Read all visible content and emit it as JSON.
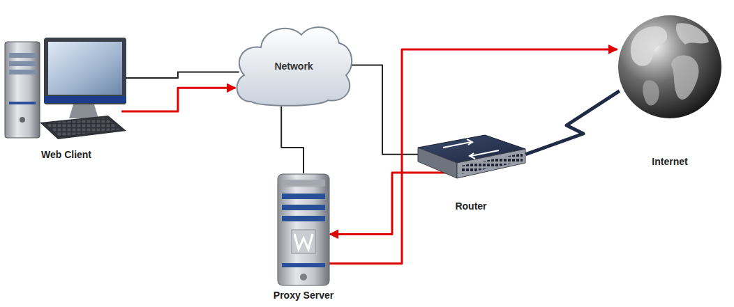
{
  "diagram": {
    "nodes": [
      {
        "text": [
          "Web Client"
        ]
      },
      {
        "text": [
          "Network"
        ]
      },
      {
        "text": [
          "Internet"
        ]
      },
      {
        "text": [
          "Router"
        ]
      },
      {
        "text": [
          "Proxy Server"
        ]
      }
    ],
    "edges": [
      {
        "from": 0,
        "to": 1,
        "arrow": "none"
      },
      {
        "from": 0,
        "to": 1,
        "arrow": "to"
      },
      {
        "from": 1,
        "to": 4,
        "arrow": "none"
      },
      {
        "from": 1,
        "to": 3,
        "arrow": "none"
      },
      {
        "from": 3,
        "to": 4,
        "arrow": "to"
      },
      {
        "from": 4,
        "to": 2,
        "arrow": "to"
      },
      {
        "from": 3,
        "to": 2,
        "arrow": "none"
      }
    ]
  }
}
